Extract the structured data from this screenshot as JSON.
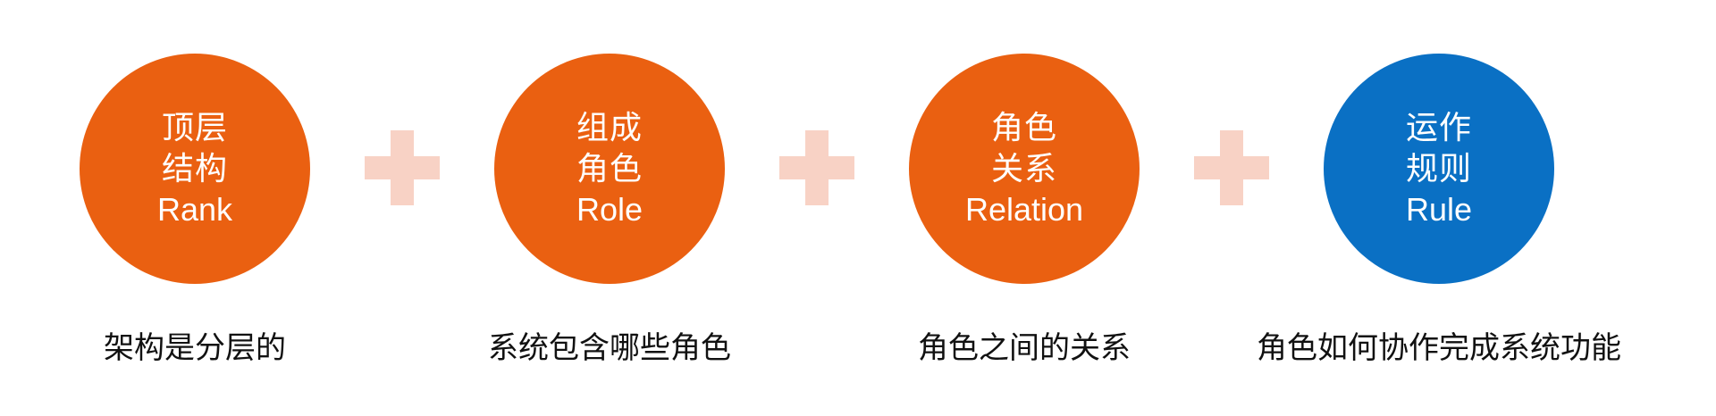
{
  "colors": {
    "orange": "#EA6011",
    "blue": "#0A70C4",
    "plus": "#F8D2C5",
    "caption": "#111111"
  },
  "items": [
    {
      "cn1": "顶层",
      "cn2": "结构",
      "en": "Rank",
      "caption": "架构是分层的",
      "color": "orange"
    },
    {
      "cn1": "组成",
      "cn2": "角色",
      "en": "Role",
      "caption": "系统包含哪些角色",
      "color": "orange"
    },
    {
      "cn1": "角色",
      "cn2": "关系",
      "en": "Relation",
      "caption": "角色之间的关系",
      "color": "orange"
    },
    {
      "cn1": "运作",
      "cn2": "规则",
      "en": "Rule",
      "caption": "角色如何协作完成系统功能",
      "color": "blue"
    }
  ],
  "operators": [
    "plus-icon",
    "plus-icon",
    "plus-icon"
  ]
}
